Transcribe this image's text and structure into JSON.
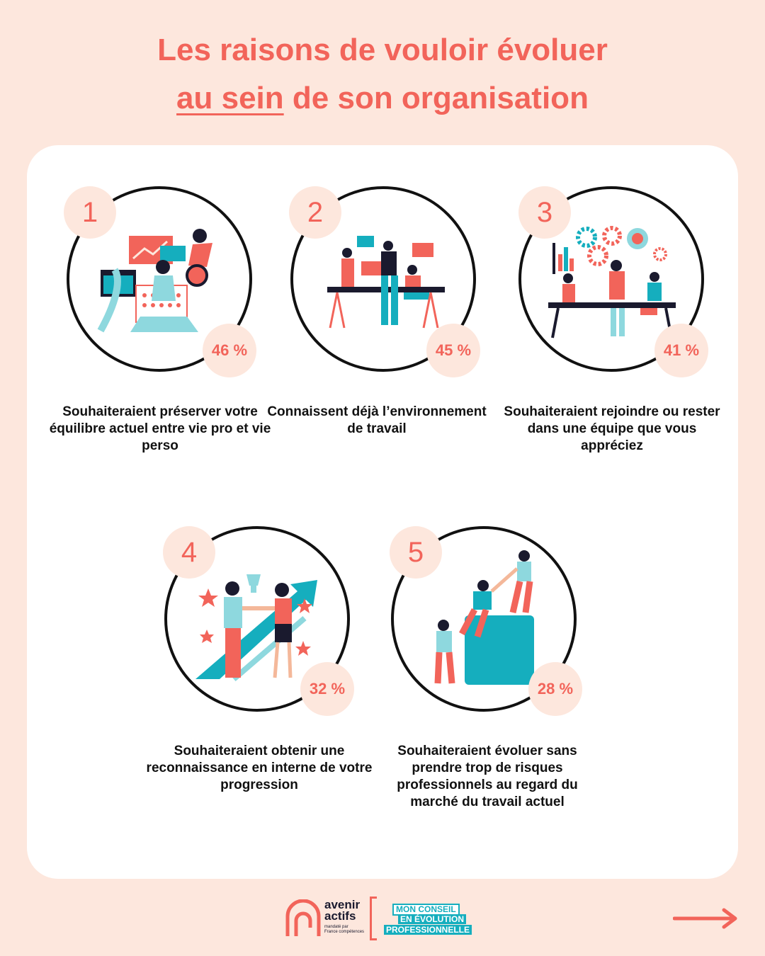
{
  "title": {
    "line1": "Les raisons de vouloir évoluer",
    "line2_underlined": "au sein",
    "line2_rest": " de son organisation"
  },
  "items": [
    {
      "number": "1",
      "percent": "46 %",
      "description": "Souhaiteraient préserver votre équilibre actuel entre vie pro et vie perso"
    },
    {
      "number": "2",
      "percent": "45 %",
      "description": "Connaissent déjà l’environnement de travail"
    },
    {
      "number": "3",
      "percent": "41 %",
      "description": "Souhaiteraient rejoindre ou rester dans une équipe que vous appréciez"
    },
    {
      "number": "4",
      "percent": "32 %",
      "description": "Souhaiteraient obtenir une reconnaissance en interne de votre progression"
    },
    {
      "number": "5",
      "percent": "28 %",
      "description": "Souhaiteraient évoluer sans prendre trop de risques professionnels au regard du marché du travail actuel"
    }
  ],
  "footer": {
    "brand_line1": "avenir",
    "brand_line2": "actifs",
    "brand_sub1": "mandaté par",
    "brand_sub2": "France compétences",
    "badge_line1": "MON CONSEIL",
    "badge_line2": "EN ÉVOLUTION",
    "badge_line3": "PROFESSIONNELLE"
  },
  "colors": {
    "background": "#FDE7DD",
    "accent": "#F2645A",
    "teal": "#15AEBE",
    "card": "#FFFFFF"
  },
  "icons": [
    "next-arrow-icon"
  ]
}
